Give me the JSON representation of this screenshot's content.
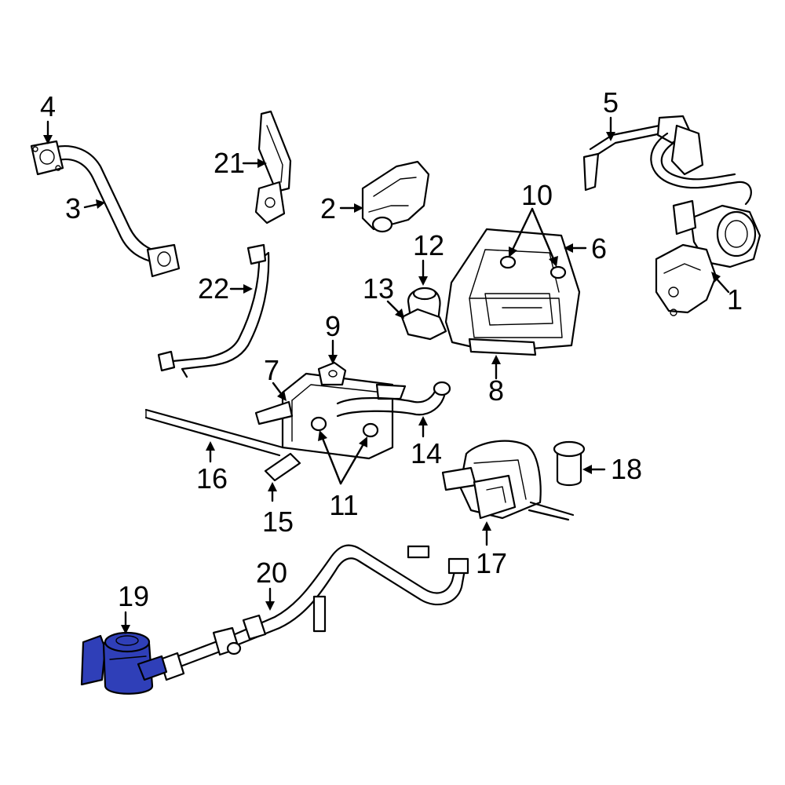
{
  "callouts": {
    "c1": "1",
    "c2": "2",
    "c3": "3",
    "c4": "4",
    "c5": "5",
    "c6": "6",
    "c7": "7",
    "c8": "8",
    "c9": "9",
    "c10": "10",
    "c11": "11",
    "c12": "12",
    "c13": "13",
    "c14": "14",
    "c15": "15",
    "c16": "16",
    "c17": "17",
    "c18": "18",
    "c19": "19",
    "c20": "20",
    "c21": "21",
    "c22": "22"
  },
  "highlighted_part": "19",
  "colors": {
    "highlight": "#2f3fb8",
    "line": "#000000",
    "background": "#ffffff"
  }
}
